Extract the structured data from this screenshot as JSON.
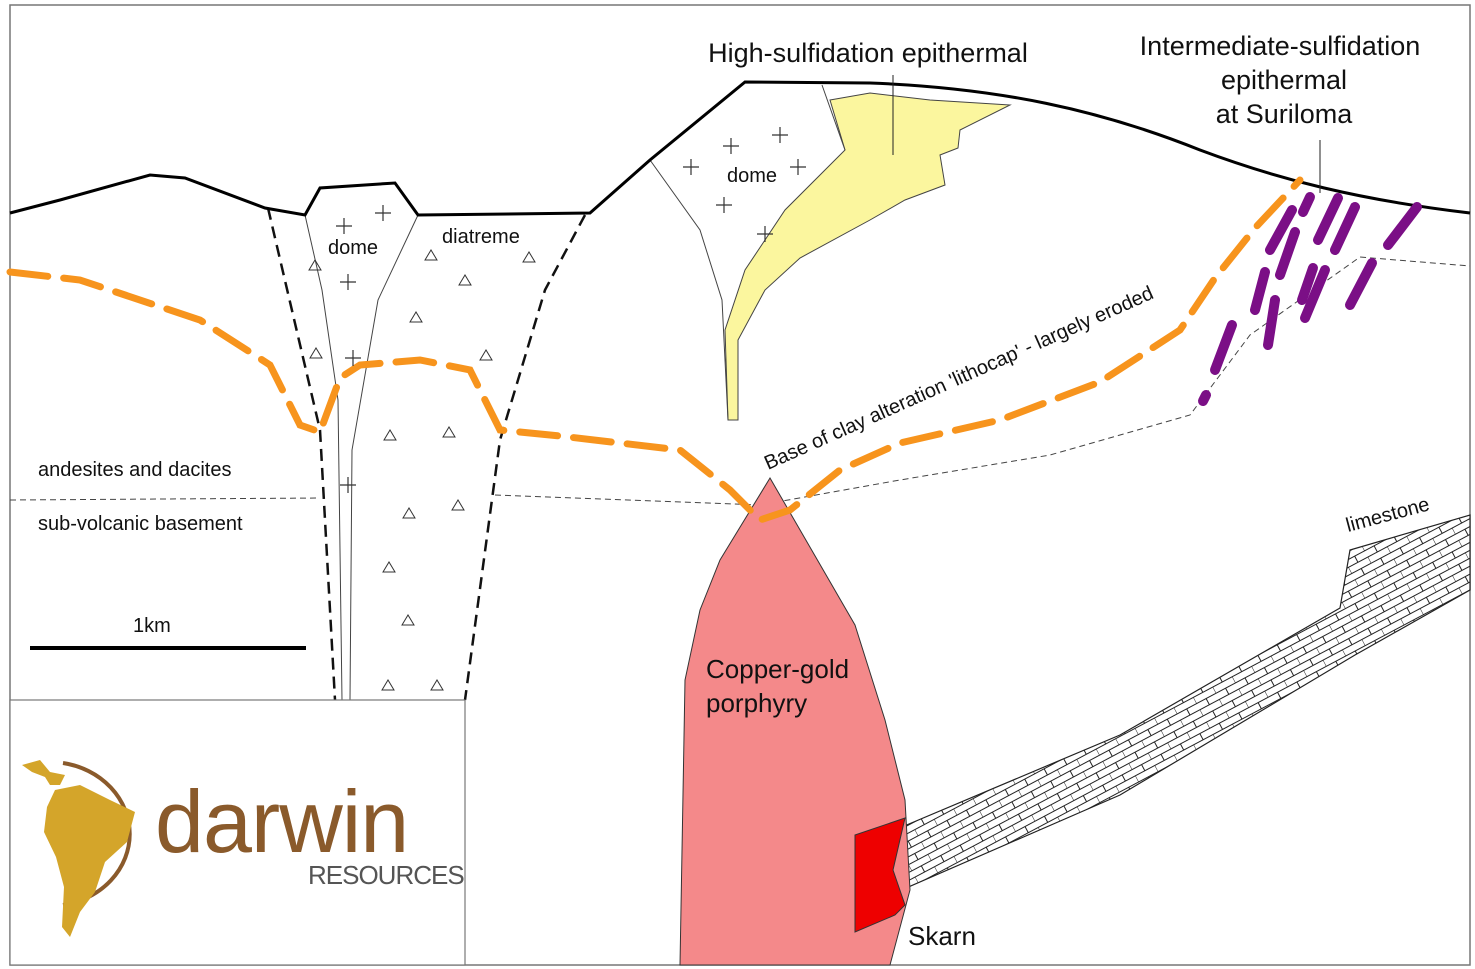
{
  "labels": {
    "high_sulfidation": "High-sulfidation epithermal",
    "intermediate_line1": "Intermediate-sulfidation",
    "intermediate_line2": "epithermal",
    "intermediate_line3": "at Suriloma",
    "dome_left": "dome",
    "dome_right": "dome",
    "diatreme": "diatreme",
    "lithocap": "Base of clay alteration 'lithocap' - largely eroded",
    "andesites": "andesites and dacites",
    "basement": "sub-volcanic basement",
    "scale": "1km",
    "limestone": "limestone",
    "porphyry_line1": "Copper-gold",
    "porphyry_line2": "porphyry",
    "skarn": "Skarn"
  },
  "logo": {
    "name": "darwin",
    "subtitle": "RESOURCES"
  },
  "colors": {
    "lithocap": "#f7941d",
    "veins": "#7b0f86",
    "high_sulfidation": "#fbf69e",
    "porphyry": "#f4898a",
    "skarn": "#ee0000",
    "logo_brown": "#8a5a2b",
    "logo_gold": "#d4a52a"
  }
}
